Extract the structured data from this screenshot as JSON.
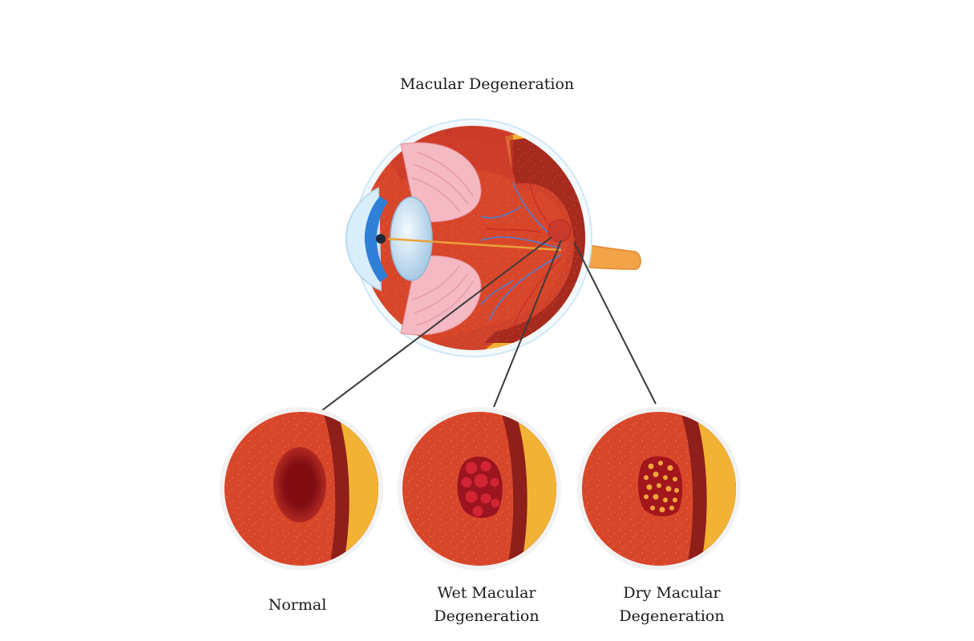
{
  "title": "Macular Degeneration",
  "panels": [
    {
      "id": "normal",
      "label_lines": [
        "Normal"
      ]
    },
    {
      "id": "wet",
      "label_lines": [
        "Wet Macular",
        "Degeneration"
      ]
    },
    {
      "id": "dry",
      "label_lines": [
        "Dry Macular",
        "Degeneration"
      ]
    }
  ],
  "colors": {
    "retina": "#d8462a",
    "retina_dark": "#a62a1e",
    "choroid": "#8e1f1a",
    "sclera_fat": "#f2b233",
    "macula_normal": "#7f0d12",
    "wet_blob": "#c81d2b",
    "dry_drusen": "#f0a63a",
    "iris": "#2f7fd6",
    "lens": "#cfe6f7",
    "ciliary": "#f4b9c2",
    "vessel": "#4a7ed1",
    "optic_nerve": "#f2a347",
    "halo": "#dff0fb",
    "pointer": "#3b3b3b"
  }
}
